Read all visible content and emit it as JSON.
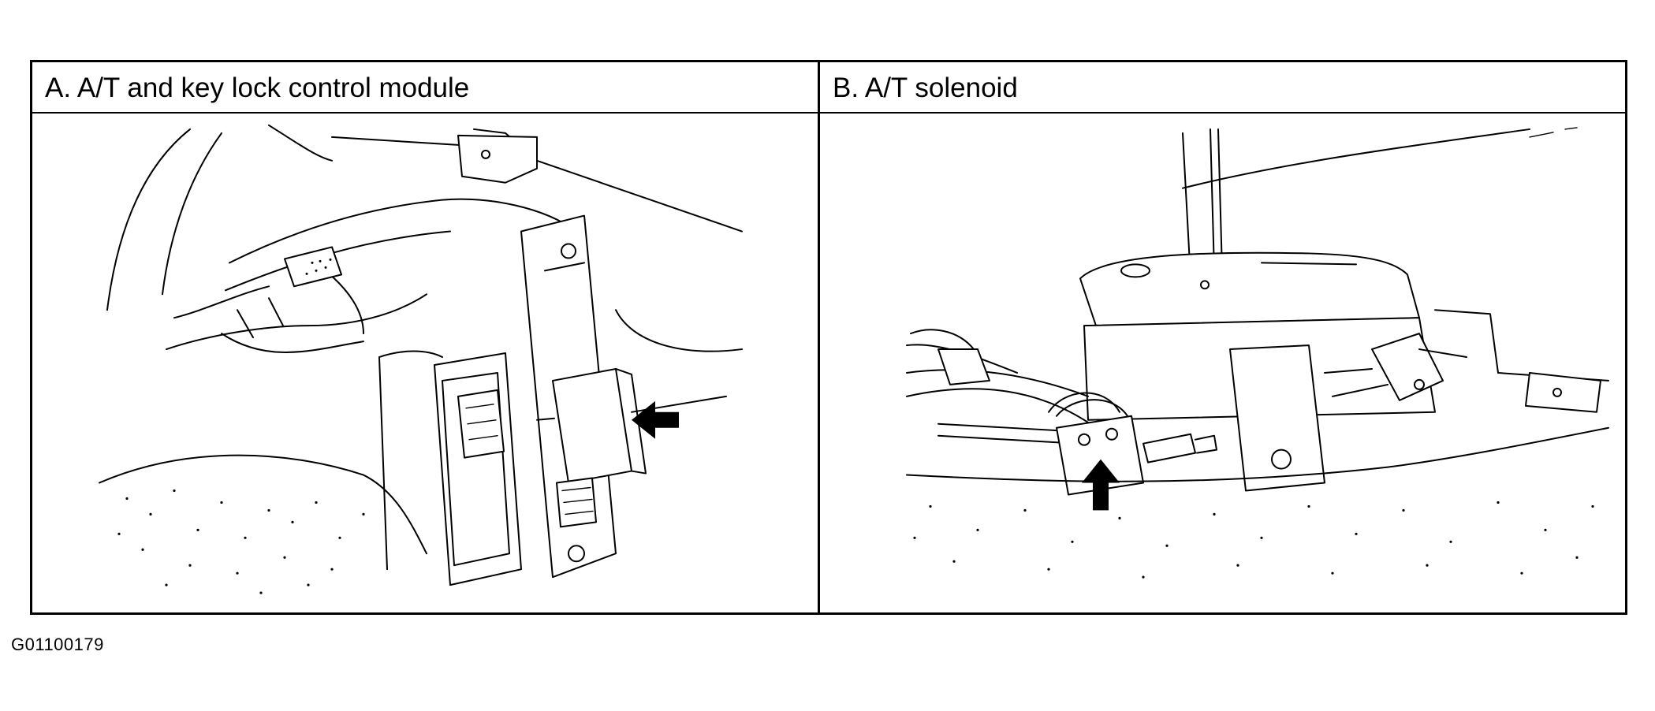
{
  "panels": [
    {
      "label": "A. A/T and key lock control module"
    },
    {
      "label": "B. A/T solenoid"
    }
  ],
  "figure_id": "G01100179",
  "colors": {
    "ink": "#000000",
    "paper": "#ffffff"
  },
  "icons": {
    "callout_a": "arrow-left-icon",
    "callout_b": "arrow-up-icon"
  }
}
